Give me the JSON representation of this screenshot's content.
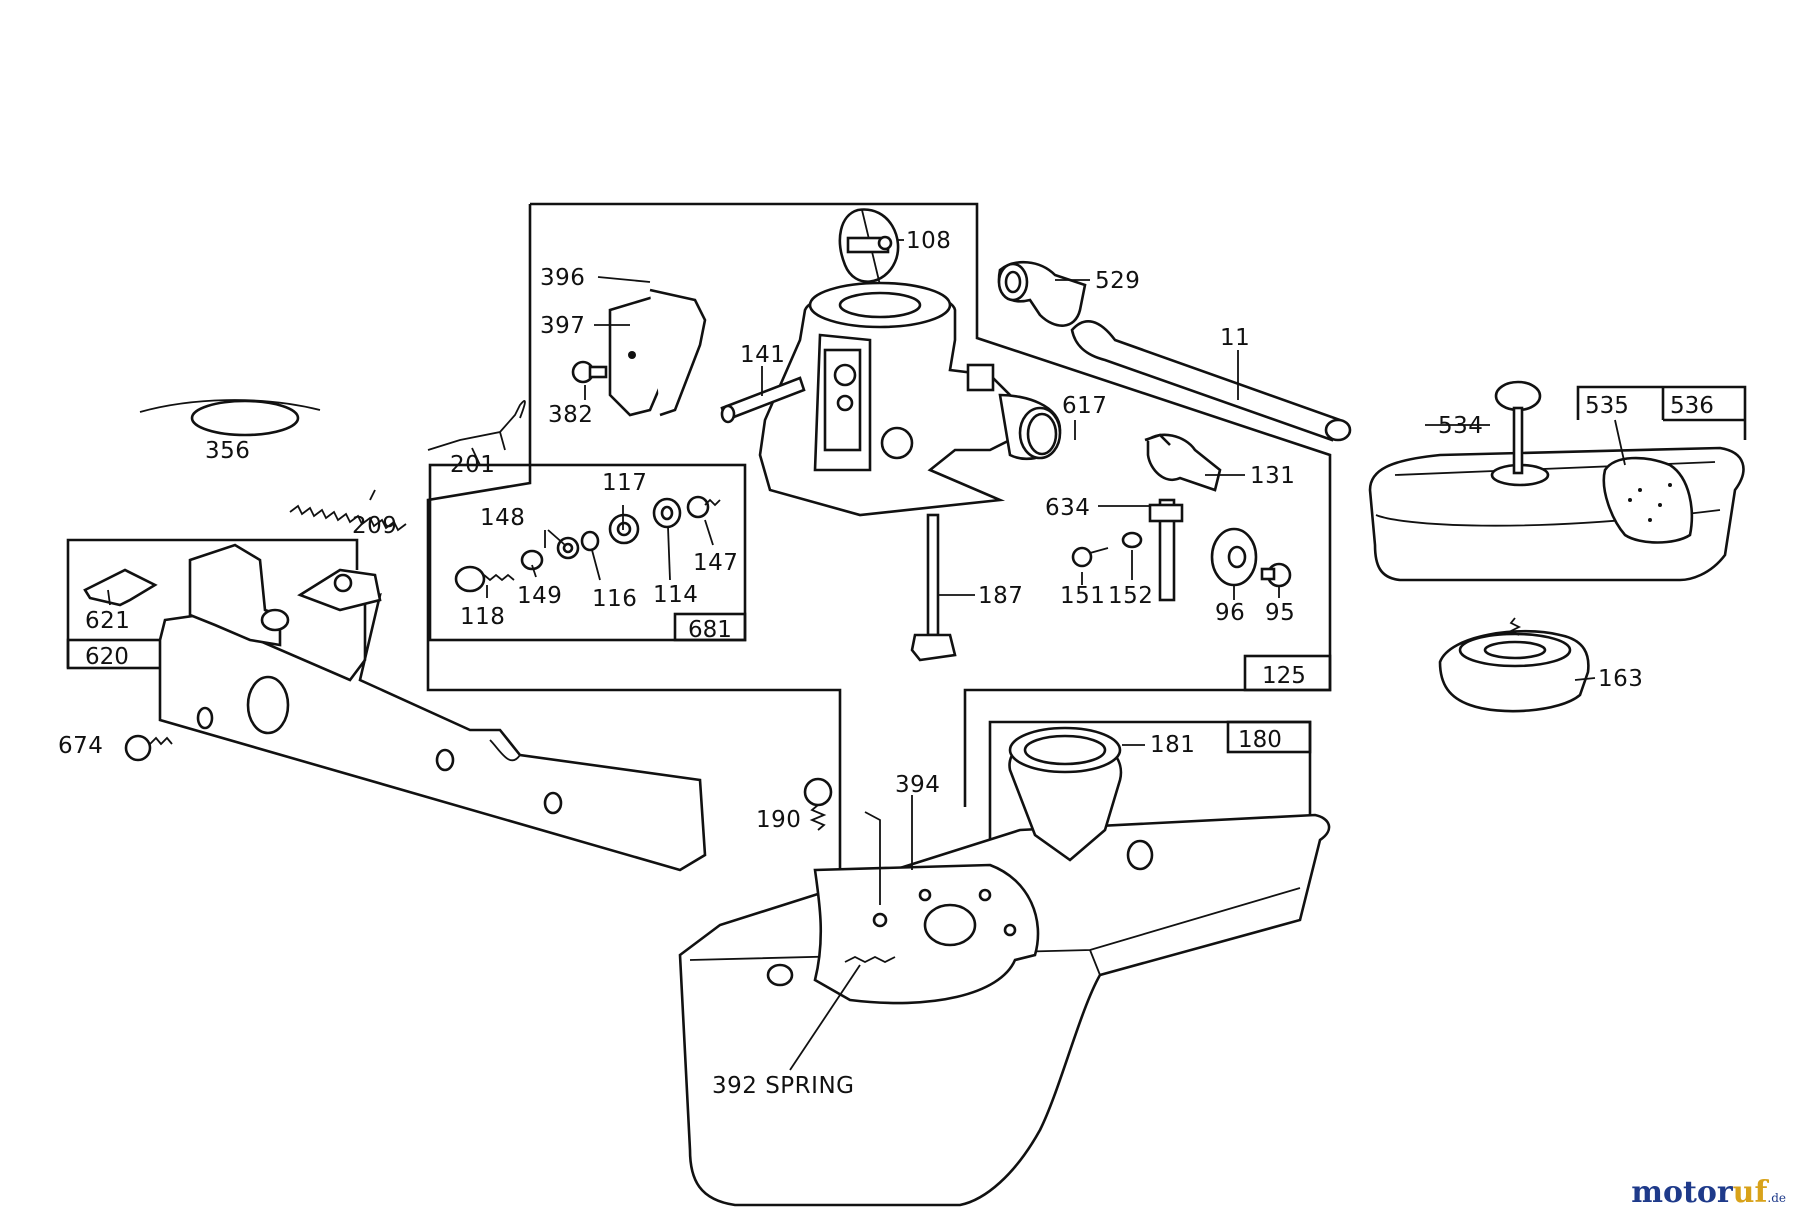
{
  "labels": {
    "p108": "108",
    "p396": "396",
    "p397": "397",
    "p382": "382",
    "p141": "141",
    "p529": "529",
    "p11": "11",
    "p617": "617",
    "p356": "356",
    "p201": "201",
    "p209": "209",
    "p117": "117",
    "p148": "148",
    "p147": "147",
    "p149": "149",
    "p116": "116",
    "p114": "114",
    "p118": "118",
    "p681": "681",
    "p131": "131",
    "p634": "634",
    "p151": "151",
    "p152": "152",
    "p96": "96",
    "p95": "95",
    "p187": "187",
    "p125": "125",
    "p621": "621",
    "p620": "620",
    "p674": "674",
    "p534": "534",
    "p535": "535",
    "p536": "536",
    "p163": "163",
    "p181": "181",
    "p180": "180",
    "p190": "190",
    "p394": "394",
    "p392": "392 SPRING"
  },
  "watermark": {
    "part1": "motor",
    "part2": "uf",
    "part3": ".de"
  },
  "colors": {
    "ink": "#111111",
    "watermark_blue": "#1e3a8a",
    "watermark_gold": "#d8a21a"
  }
}
